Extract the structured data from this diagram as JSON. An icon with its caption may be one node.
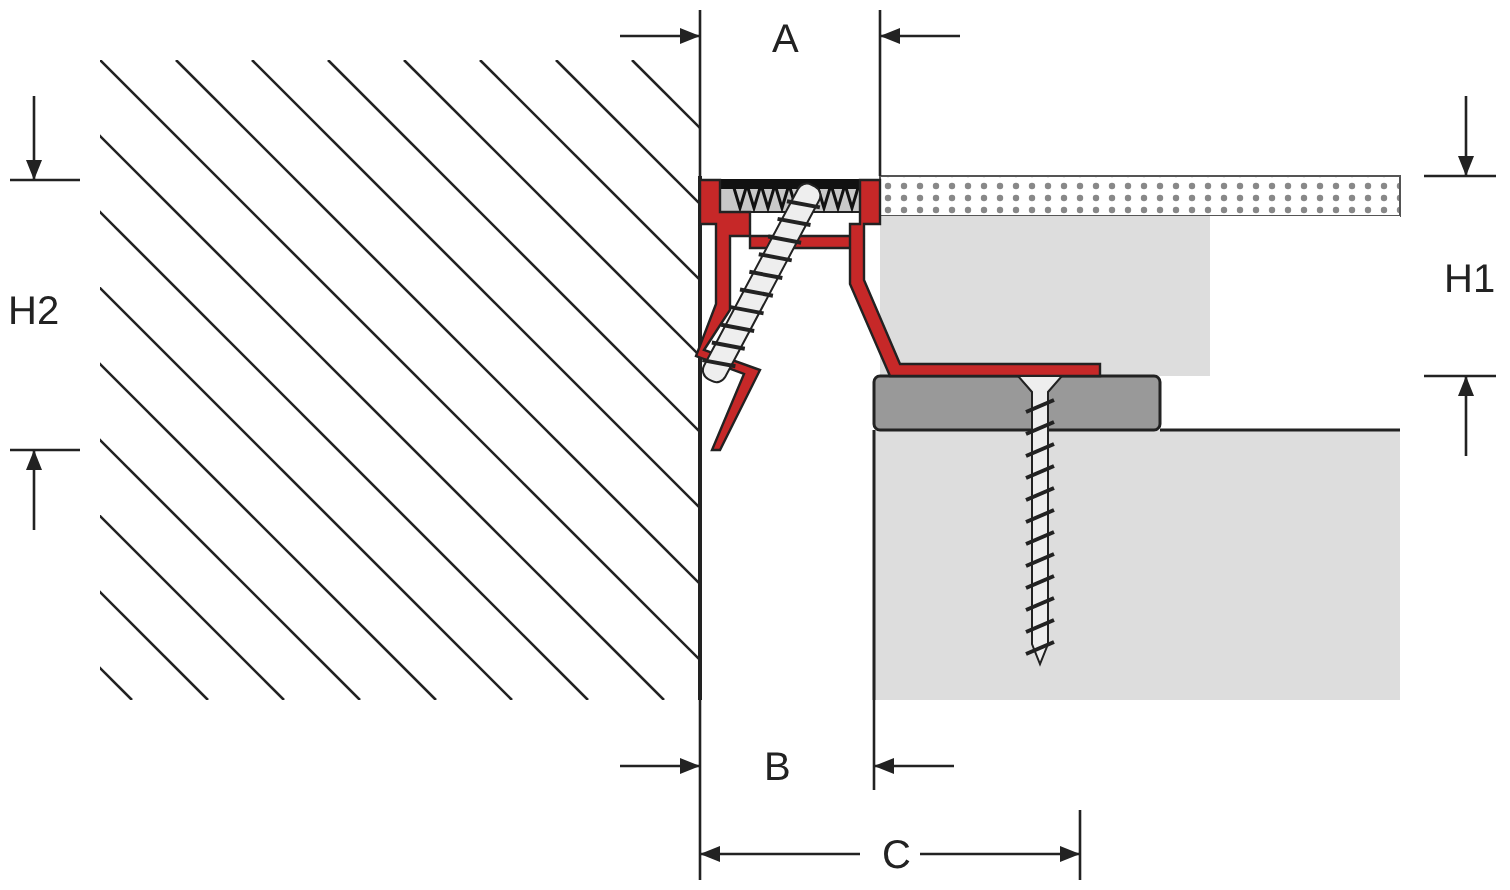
{
  "diagram": {
    "labels": [
      "A",
      "H2",
      "H1",
      "B",
      "C"
    ]
  }
}
